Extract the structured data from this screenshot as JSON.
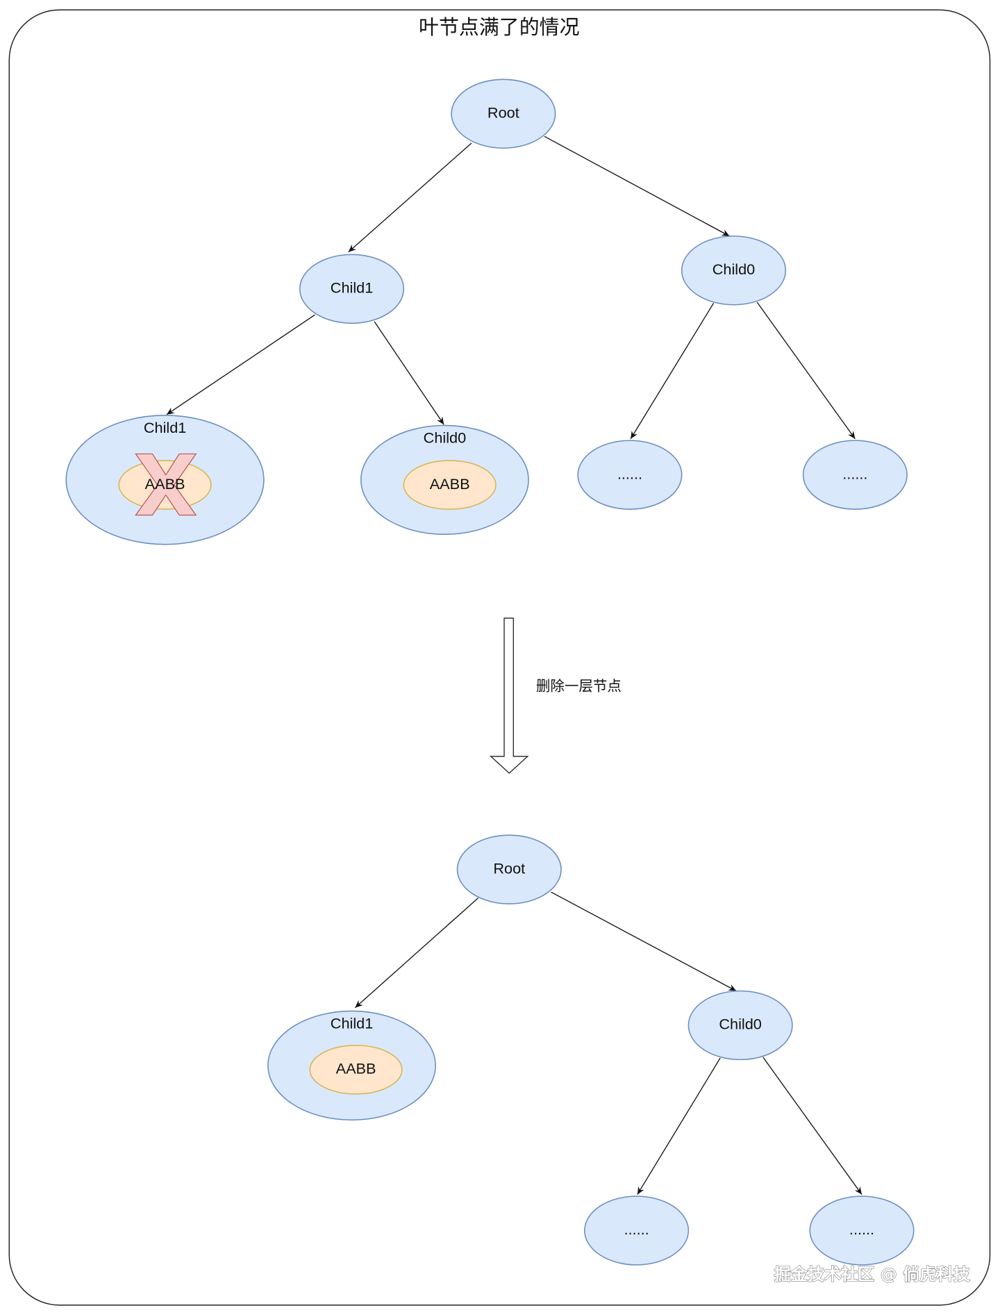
{
  "title": "叶节点满了的情况",
  "colors": {
    "node_fill": "#dae8fc",
    "node_stroke": "#6c8ebf",
    "aabb_fill": "#ffe6cc",
    "aabb_stroke": "#d6b656",
    "cross_fill": "#f8cecc",
    "cross_stroke": "#b85450"
  },
  "before": {
    "root": "Root",
    "child1": "Child1",
    "child0": "Child0",
    "leaf_child1": {
      "label": "Child1",
      "aabb": "AABB",
      "deleted": true
    },
    "leaf_child0": {
      "label": "Child0",
      "aabb": "AABB"
    },
    "leaf_a": "......",
    "leaf_b": "......"
  },
  "transition": {
    "label": "删除一层节点",
    "icon": "down-block-arrow-icon"
  },
  "after": {
    "root": "Root",
    "child1": {
      "label": "Child1",
      "aabb": "AABB"
    },
    "child0": "Child0",
    "leaf_a": "......",
    "leaf_b": "......"
  },
  "watermark": "掘金技术社区 @ 倘虎科技"
}
